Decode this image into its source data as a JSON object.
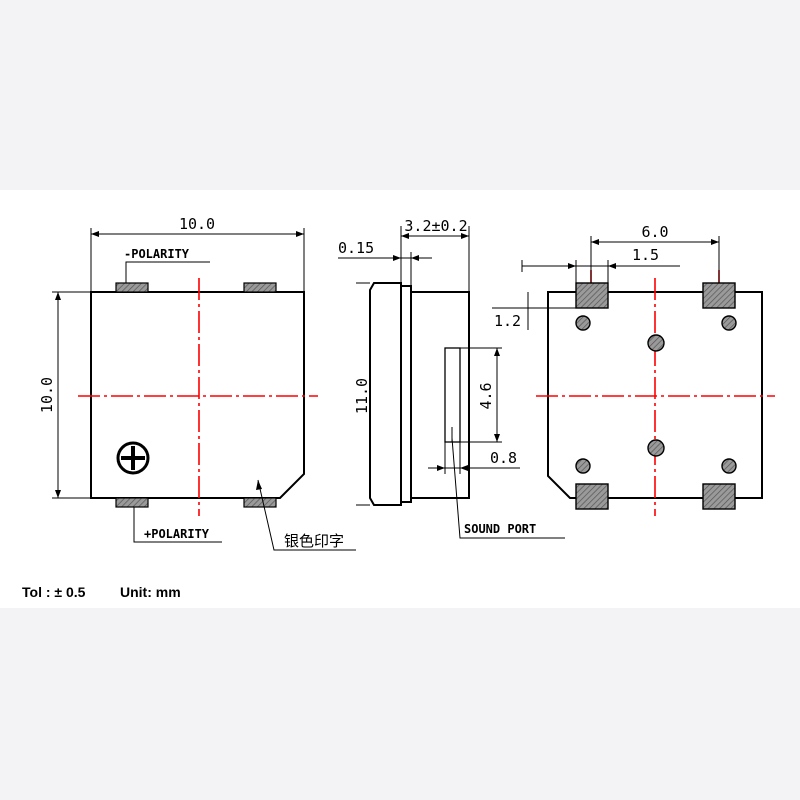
{
  "dimensions": {
    "front_width": "10.0",
    "front_height": "10.0",
    "side_height": "11.0",
    "side_thickness": "3.2±0.2",
    "side_step": "0.15",
    "sound_port_height": "4.6",
    "sound_port_width": "0.8",
    "pad_span": "6.0",
    "pad_offset": "1.5",
    "pad_height": "1.2"
  },
  "labels": {
    "minus_polarity": "-POLARITY",
    "plus_polarity": "+POLARITY",
    "silver_print": "银色印字",
    "sound_port": "SOUND PORT"
  },
  "footer": {
    "tolerance": "Tol : ± 0.5",
    "unit": "Unit: mm"
  }
}
